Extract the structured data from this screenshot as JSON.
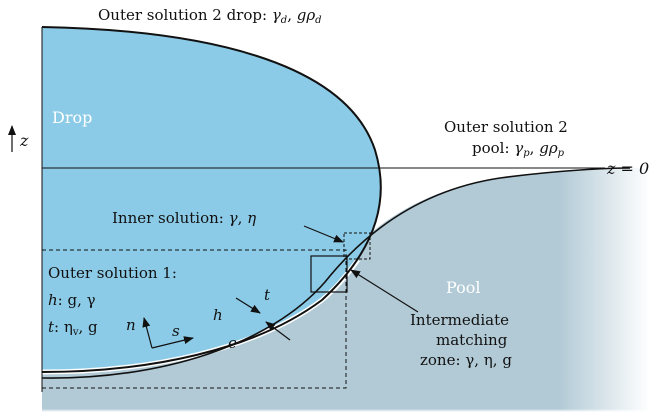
{
  "colors": {
    "drop_fill": "#8ccbe7",
    "pool_fill": "#b2cad6",
    "line": "#111111",
    "background": "#ffffff",
    "white_text": "#ffffff"
  },
  "labels": {
    "outer2_drop": {
      "prefix": "Outer solution 2 drop: ",
      "s1": "γ",
      "s1sub": "d",
      "sep": ", ",
      "s2": "gρ",
      "s2sub": "d"
    },
    "outer2_pool_line1": "Outer solution 2",
    "outer2_pool_line2": {
      "prefix": "pool: ",
      "s1": "γ",
      "s1sub": "p",
      "sep": ", ",
      "s2": "gρ",
      "s2sub": "p"
    },
    "drop": "Drop",
    "pool": "Pool",
    "z_axis": "z",
    "z_zero": "z = 0",
    "inner_solution": {
      "prefix": "Inner solution: ",
      "s1": "γ",
      "sep": ", ",
      "s2": "η"
    },
    "outer1_title": "Outer solution 1:",
    "outer1_h": {
      "var": "h",
      "rest": ": g, γ"
    },
    "outer1_t": {
      "var": "t",
      "rest1": ": η",
      "sub": "v",
      "rest2": ", g"
    },
    "intermediate_line1": "Intermediate",
    "intermediate_line2": "matching",
    "intermediate_line3": "zone: γ, η, g",
    "var_n": "n",
    "var_s": "s",
    "var_h": "h",
    "var_e": "e",
    "var_t": "t"
  }
}
